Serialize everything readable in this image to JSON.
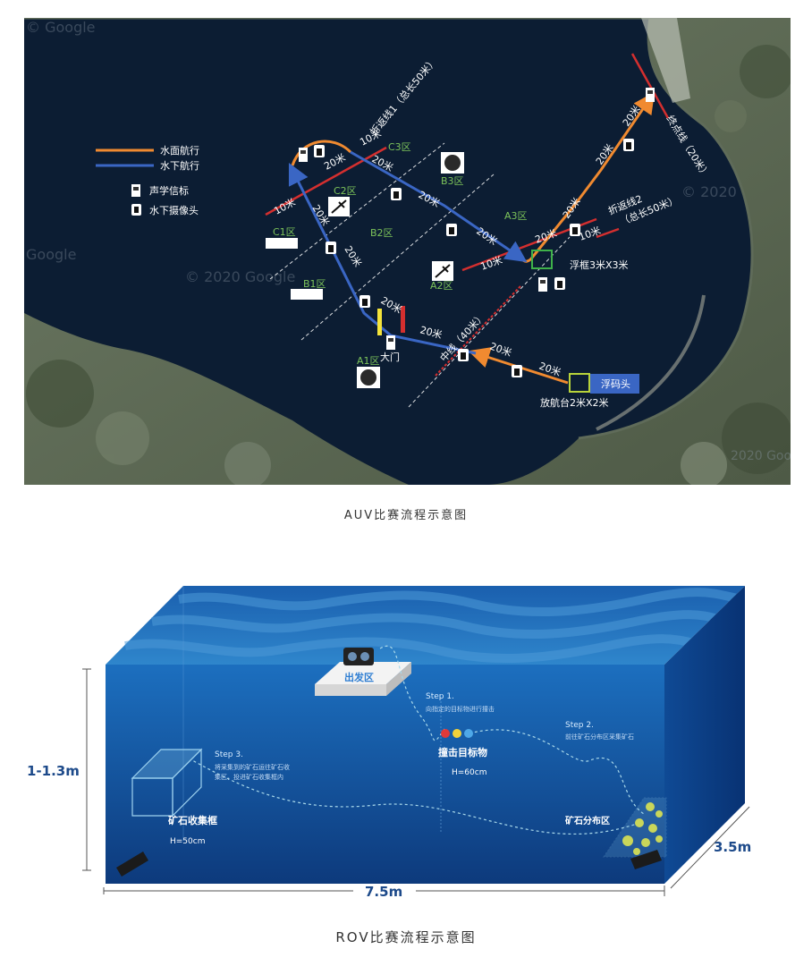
{
  "auv": {
    "map": {
      "watermark_top": "© Google",
      "watermark_left": "Google",
      "watermark_mid": "© 2020 Google",
      "watermark_right": "© 2020",
      "watermark_bottom": "2020 Goo"
    },
    "legend": [
      {
        "label": "水面航行",
        "color": "#f08a30"
      },
      {
        "label": "水下航行",
        "color": "#3a66c4"
      },
      {
        "label": "声学信标"
      },
      {
        "label": "水下摄像头"
      }
    ],
    "zones": [
      "C3区",
      "C2区",
      "C1区",
      "B3区",
      "B2区",
      "B1区",
      "A3区",
      "A2区",
      "A1区"
    ],
    "labels": {
      "fold1": "折返线1（总长50米）",
      "fold2": "折返线2",
      "fold2_len": "（总长50米）",
      "finish": "终点线（20米）",
      "center": "中线（40米）",
      "frame": "浮框3米X3米",
      "gate": "大门",
      "platform": "放航台2米X2米",
      "dock": "浮码头"
    },
    "distances": {
      "m10": "10米",
      "m20": "20米"
    },
    "caption": "AUV比赛流程示意图"
  },
  "rov": {
    "start": "出发区",
    "step1_title": "Step 1.",
    "step1_desc": "向指定的目标物进行撞击",
    "step2_title": "Step 2.",
    "step2_desc": "前往矿石分布区采集矿石",
    "step3_title": "Step 3.",
    "step3_desc_1": "将采集到的矿石运往矿石收",
    "step3_desc_2": "集区，投进矿石收集框内",
    "target_label": "撞击目标物",
    "target_h": "H=60cm",
    "box_label": "矿石收集框",
    "box_h": "H=50cm",
    "ore_label": "矿石分布区",
    "depth": "1-1.3m",
    "length": "7.5m",
    "width": "3.5m",
    "caption": "ROV比赛流程示意图"
  },
  "colors": {
    "surface": "#f08a30",
    "underwater": "#3a66c4",
    "zone_text": "#7cc35a",
    "water": "#0f3f80"
  }
}
